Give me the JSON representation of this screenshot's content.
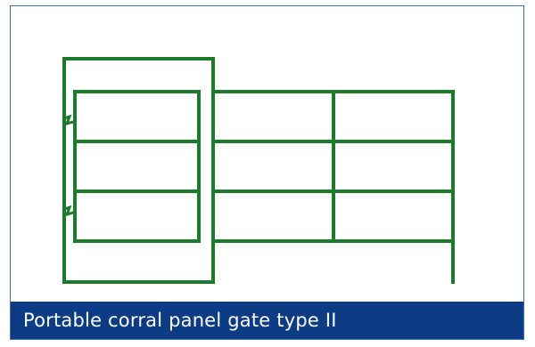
{
  "caption": "Portable corral panel gate type II",
  "colors": {
    "gate_green": "#1b7a2b",
    "caption_background": "#0d3b84",
    "caption_text": "#ffffff",
    "frame_border": "#3f6fb5"
  },
  "illustration": {
    "subject": "corral-gate-with-panel",
    "gate_rails": 4,
    "panel_rails": 4,
    "panel_sections": 2
  }
}
